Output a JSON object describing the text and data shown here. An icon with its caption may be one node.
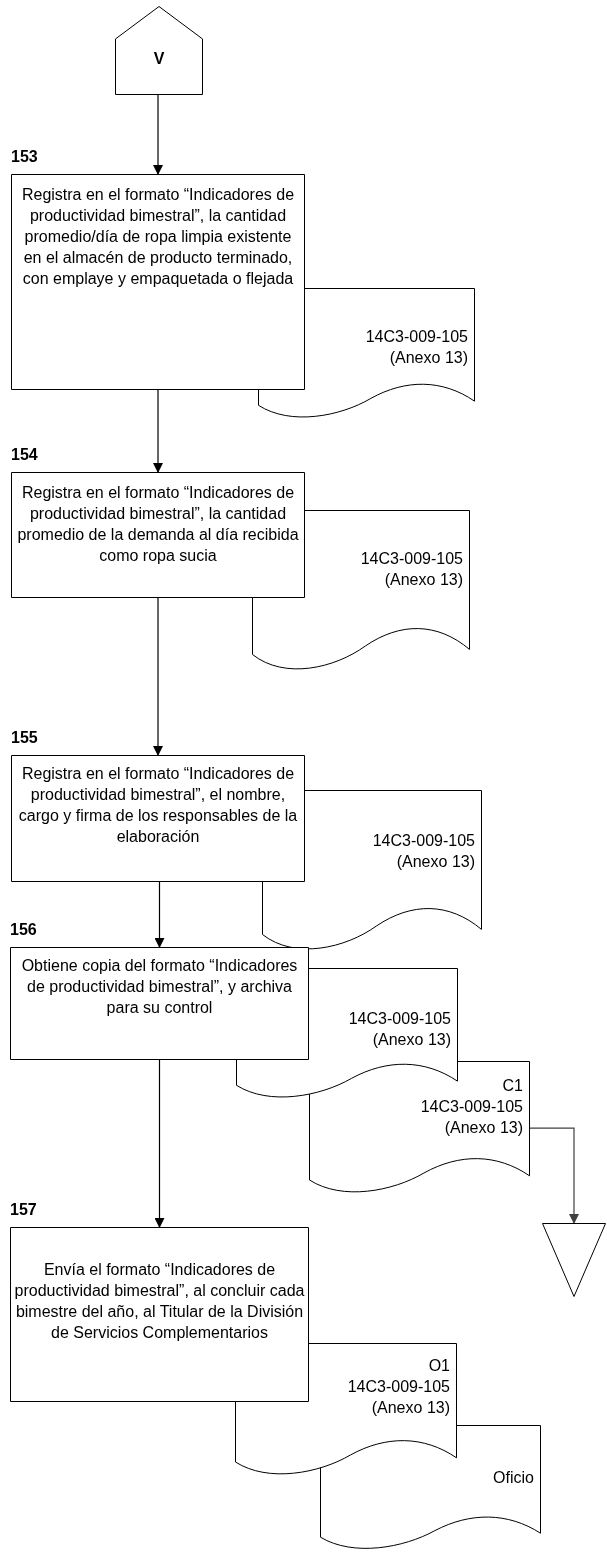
{
  "diagram": {
    "nodes": [
      {
        "text": [
          "V"
        ]
      },
      {
        "text": [
          "153",
          "Registra en el formato “Indicadores de productividad bimestral”, la cantidad promedio/día de ropa limpia existente en el almacén de producto terminado, con emplaye y empaquetada o flejada"
        ]
      },
      {
        "text": [
          "14C3-009-105 (Anexo 13)"
        ]
      },
      {
        "text": [
          "154",
          "Registra en el formato “Indicadores de productividad bimestral”, la cantidad promedio de la demanda al día recibida como ropa sucia"
        ]
      },
      {
        "text": [
          "14C3-009-105 (Anexo 13)"
        ]
      },
      {
        "text": [
          "155",
          "Registra en el formato “Indicadores de productividad bimestral”, el nombre, cargo y firma de los responsables de la elaboración"
        ]
      },
      {
        "text": [
          "14C3-009-105 (Anexo 13)"
        ]
      },
      {
        "text": [
          "156",
          "Obtiene copia del formato “Indicadores de productividad bimestral”, y archiva para su control"
        ]
      },
      {
        "text": [
          "14C3-009-105 (Anexo 13)"
        ]
      },
      {
        "text": [
          "C1 14C3-009-105 (Anexo 13)"
        ]
      },
      {
        "text": [],
        "shape": "triangle"
      },
      {
        "text": [
          "157",
          "Envía el formato “Indicadores de productividad bimestral”, al concluir cada bimestre del año, al Titular de la División de Servicios Complementarios"
        ]
      },
      {
        "text": [
          "O1 14C3-009-105 (Anexo 13)"
        ]
      },
      {
        "text": [
          "Oficio"
        ]
      }
    ],
    "edges": [
      {
        "from": 0,
        "to": 1,
        "arrow": "to"
      },
      {
        "from": 1,
        "to": 3,
        "arrow": "to"
      },
      {
        "from": 3,
        "to": 5,
        "arrow": "to"
      },
      {
        "from": 5,
        "to": 7,
        "arrow": "to"
      },
      {
        "from": 7,
        "to": 11,
        "arrow": "to"
      },
      {
        "from": 9,
        "to": 10,
        "arrow": "to",
        "color": "#404040"
      }
    ]
  }
}
